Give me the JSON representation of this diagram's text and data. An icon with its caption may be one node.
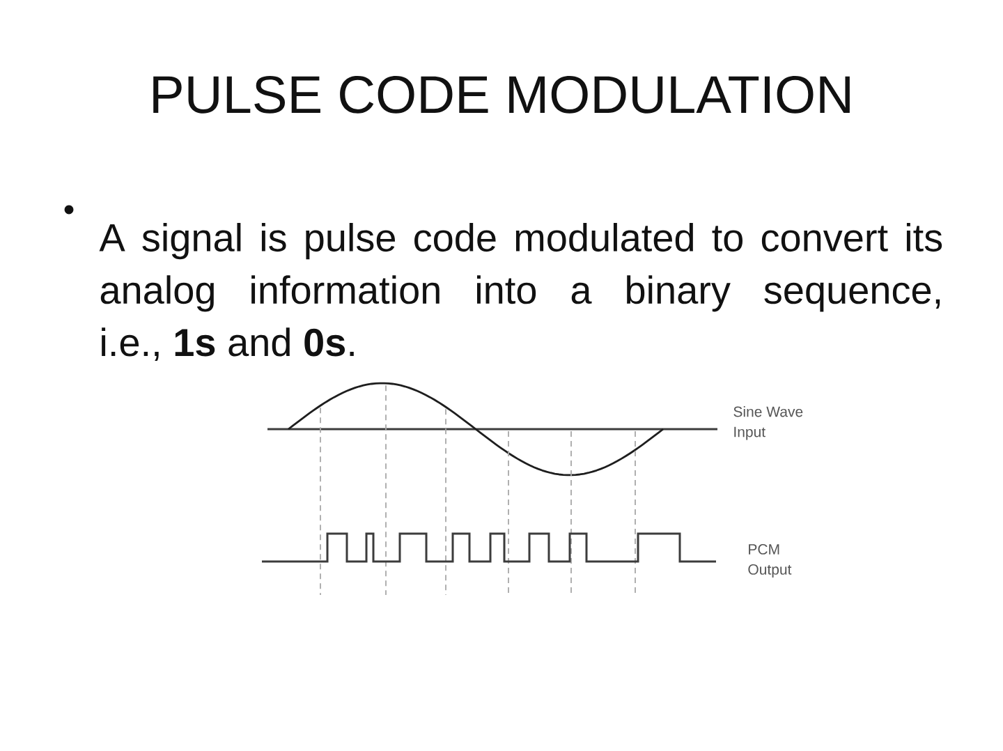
{
  "diagram": {
    "title": "PULSE CODE MODULATION",
    "labels": [
      "A signal is pulse code modulated to convert its analog information into a binary sequence, i.e., **1s** and **0s**.",
      "Sine Wave Input",
      "PCM Output"
    ]
  }
}
